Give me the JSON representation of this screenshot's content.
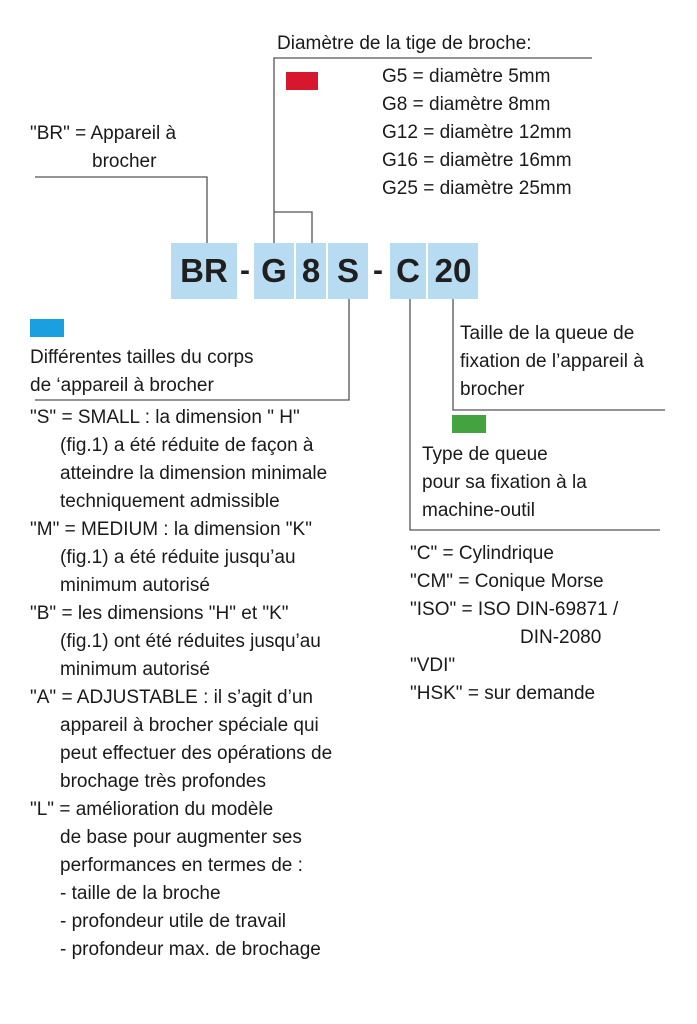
{
  "colors": {
    "code_box": "#b7dcf2",
    "red_marker": "#d6172e",
    "blue_marker": "#1aa0e0",
    "green_marker": "#43a33e",
    "line": "#555555"
  },
  "code": {
    "br": "BR",
    "dash1": "-",
    "g": "G",
    "eight": "8",
    "s": "S",
    "dash2": "-",
    "c": "C",
    "twenty": "20"
  },
  "br_label": {
    "line1": "\"BR\" = Appareil à",
    "line2": "brocher"
  },
  "diameter": {
    "title": "Diamètre de la tige de broche:",
    "items": [
      "G5 = diamètre 5mm",
      "G8 = diamètre 8mm",
      "G12 = diamètre 12mm",
      "G16 = diamètre 16mm",
      "G25 = diamètre 25mm"
    ]
  },
  "body_sizes": {
    "title_line1": "Différentes tailles du corps",
    "title_line2": "de ‘appareil à brocher",
    "lines": [
      {
        "text": "\"S\" = SMALL : la dimension \" H\"",
        "indent": false
      },
      {
        "text": "(fig.1) a été réduite de façon à",
        "indent": true
      },
      {
        "text": "atteindre la dimension minimale",
        "indent": true
      },
      {
        "text": "techniquement admissible",
        "indent": true
      },
      {
        "text": "\"M\" = MEDIUM : la dimension \"K\"",
        "indent": false
      },
      {
        "text": "(fig.1) a été réduite jusqu’au",
        "indent": true
      },
      {
        "text": "minimum autorisé",
        "indent": true
      },
      {
        "text": "\"B\" = les dimensions \"H\" et \"K\"",
        "indent": false
      },
      {
        "text": "(fig.1) ont été réduites jusqu’au",
        "indent": true
      },
      {
        "text": "minimum autorisé",
        "indent": true
      },
      {
        "text": "\"A\" = ADJUSTABLE : il s’agit d’un",
        "indent": false
      },
      {
        "text": "appareil à brocher spéciale qui",
        "indent": true
      },
      {
        "text": "peut effectuer des opérations de",
        "indent": true
      },
      {
        "text": "brochage très profondes",
        "indent": true
      },
      {
        "text": "\"L\" = amélioration du modèle",
        "indent": false
      },
      {
        "text": "de base pour augmenter ses",
        "indent": true
      },
      {
        "text": "performances en termes de :",
        "indent": true
      },
      {
        "text": "- taille de la broche",
        "indent": true
      },
      {
        "text": "- profondeur utile de travail",
        "indent": true
      },
      {
        "text": "- profondeur max. de brochage",
        "indent": true
      }
    ]
  },
  "shank_size": {
    "line1": "Taille de la queue de",
    "line2": "fixation de l’appareil à",
    "line3": "brocher"
  },
  "shank_type": {
    "line1": "Type de queue",
    "line2": "pour sa fixation à la",
    "line3": "machine-outil",
    "items": [
      "\"C\" = Cylindrique",
      "\"CM\" = Conique Morse",
      "\"ISO\" = ISO DIN-69871 /",
      "DIN-2080",
      "\"VDI\"",
      "\"HSK\" = sur demande"
    ]
  }
}
